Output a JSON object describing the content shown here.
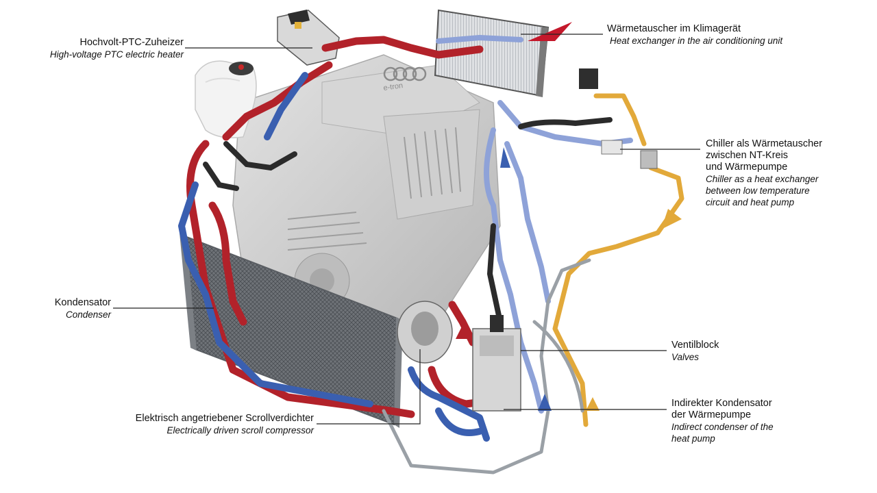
{
  "labels": {
    "ptc_heater": {
      "de": "Hochvolt-PTC-Zuheizer",
      "en": "High-voltage PTC electric heater"
    },
    "heat_exchanger_ac": {
      "de": "Wärmetauscher im Klimagerät",
      "en": "Heat exchanger in the air conditioning unit"
    },
    "chiller": {
      "de": [
        "Chiller als Wärmetauscher",
        "zwischen NT-Kreis",
        "und Wärmepumpe"
      ],
      "en": [
        "Chiller as a heat exchanger",
        "between low temperature",
        "circuit and heat pump"
      ]
    },
    "condenser": {
      "de": "Kondensator",
      "en": "Condenser"
    },
    "valves": {
      "de": "Ventilblock",
      "en": "Valves"
    },
    "indirect_condenser": {
      "de": [
        "Indirekter Kondensator",
        "der Wärmepumpe"
      ],
      "en": [
        "Indirect condenser of the",
        "heat pump"
      ]
    },
    "compressor": {
      "de": "Elektrisch angetriebener Scrollverdichter",
      "en": "Electrically driven scroll compressor"
    }
  },
  "engine_logo_text": "e-tron",
  "colors": {
    "hot_coolant": "#b2222a",
    "cold_coolant": "#3a5fb0",
    "light_refrigerant": "#8ea2d8",
    "gold_line": "#e2a93a",
    "engine_grey": "#c9c9c9",
    "black_hose": "#2b2b2b"
  }
}
